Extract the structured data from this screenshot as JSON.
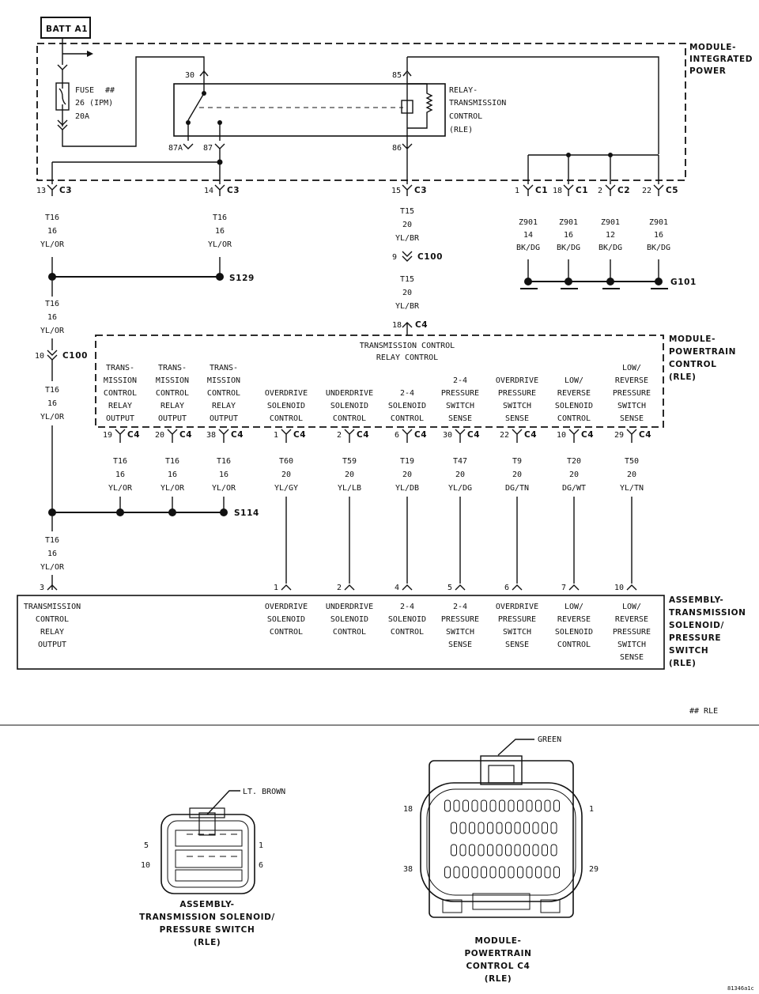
{
  "batt": "BATT A1",
  "modules": {
    "ipm": [
      "MODULE-",
      "INTEGRATED",
      "POWER"
    ],
    "pcm": [
      "MODULE-",
      "POWERTRAIN",
      "CONTROL",
      "(RLE)"
    ],
    "assembly": [
      "ASSEMBLY-",
      "TRANSMISSION",
      "SOLENOID/",
      "PRESSURE",
      "SWITCH",
      "(RLE)"
    ]
  },
  "fuse": [
    "FUSE",
    "26 (IPM)",
    "20A"
  ],
  "fuse_mark": "##",
  "relay": {
    "label": [
      "RELAY-",
      "TRANSMISSION",
      "CONTROL",
      "(RLE)"
    ],
    "pins": {
      "p30": "30",
      "p87a": "87A",
      "p87": "87",
      "p85": "85",
      "p86": "86"
    }
  },
  "ipm_connectors": [
    {
      "pin": "13",
      "conn": "C3"
    },
    {
      "pin": "14",
      "conn": "C3"
    },
    {
      "pin": "15",
      "conn": "C3"
    },
    {
      "pin": "1",
      "conn": "C1"
    },
    {
      "pin": "18",
      "conn": "C1"
    },
    {
      "pin": "2",
      "conn": "C2"
    },
    {
      "pin": "22",
      "conn": "C5"
    }
  ],
  "wires_top": {
    "w13": [
      "T16",
      "16",
      "YL/OR"
    ],
    "w14": [
      "T16",
      "16",
      "YL/OR"
    ],
    "w15a": [
      "T15",
      "20",
      "YL/BR"
    ],
    "w15b": [
      "T15",
      "20",
      "YL/BR"
    ],
    "left_mid": [
      "T16",
      "16",
      "YL/OR"
    ],
    "left_low": [
      "T16",
      "16",
      "YL/OR"
    ],
    "left_bottom": [
      "T16",
      "16",
      "YL/OR"
    ]
  },
  "ground_wires": [
    [
      "Z901",
      "14",
      "BK/DG"
    ],
    [
      "Z901",
      "16",
      "BK/DG"
    ],
    [
      "Z901",
      "12",
      "BK/DG"
    ],
    [
      "Z901",
      "16",
      "BK/DG"
    ]
  ],
  "splices": {
    "s129": "S129",
    "s114": "S114",
    "g101": "G101"
  },
  "c100_a": {
    "pin": "9",
    "conn": "C100"
  },
  "c100_b": {
    "pin": "10",
    "conn": "C100"
  },
  "c4_top": {
    "pin": "18",
    "conn": "C4"
  },
  "relay_control": [
    "TRANSMISSION CONTROL",
    "RELAY CONTROL"
  ],
  "pcm_functions": [
    [
      "TRANS-",
      "MISSION",
      "CONTROL",
      "RELAY",
      "OUTPUT"
    ],
    [
      "TRANS-",
      "MISSION",
      "CONTROL",
      "RELAY",
      "OUTPUT"
    ],
    [
      "TRANS-",
      "MISSION",
      "CONTROL",
      "RELAY",
      "OUTPUT"
    ],
    [
      "OVERDRIVE",
      "SOLENOID",
      "CONTROL"
    ],
    [
      "UNDERDRIVE",
      "SOLENOID",
      "CONTROL"
    ],
    [
      "2-4",
      "SOLENOID",
      "CONTROL"
    ],
    [
      "2-4",
      "PRESSURE",
      "SWITCH",
      "SENSE"
    ],
    [
      "OVERDRIVE",
      "PRESSURE",
      "SWITCH",
      "SENSE"
    ],
    [
      "LOW/",
      "REVERSE",
      "SOLENOID",
      "CONTROL"
    ],
    [
      "LOW/",
      "REVERSE",
      "PRESSURE",
      "SWITCH",
      "SENSE"
    ]
  ],
  "pcm_pins": [
    {
      "pin": "19",
      "conn": "C4"
    },
    {
      "pin": "20",
      "conn": "C4"
    },
    {
      "pin": "38",
      "conn": "C4"
    },
    {
      "pin": "1",
      "conn": "C4"
    },
    {
      "pin": "2",
      "conn": "C4"
    },
    {
      "pin": "6",
      "conn": "C4"
    },
    {
      "pin": "30",
      "conn": "C4"
    },
    {
      "pin": "22",
      "conn": "C4"
    },
    {
      "pin": "10",
      "conn": "C4"
    },
    {
      "pin": "29",
      "conn": "C4"
    }
  ],
  "pcm_wires": [
    [
      "T16",
      "16",
      "YL/OR"
    ],
    [
      "T16",
      "16",
      "YL/OR"
    ],
    [
      "T16",
      "16",
      "YL/OR"
    ],
    [
      "T60",
      "20",
      "YL/GY"
    ],
    [
      "T59",
      "20",
      "YL/LB"
    ],
    [
      "T19",
      "20",
      "YL/DB"
    ],
    [
      "T47",
      "20",
      "YL/DG"
    ],
    [
      "T9",
      "20",
      "DG/TN"
    ],
    [
      "T20",
      "20",
      "DG/WT"
    ],
    [
      "T50",
      "20",
      "YL/TN"
    ]
  ],
  "assembly_pins": [
    "3",
    "1",
    "2",
    "4",
    "5",
    "6",
    "7",
    "10"
  ],
  "assembly_functions": [
    [
      "TRANSMISSION",
      "CONTROL",
      "RELAY",
      "OUTPUT"
    ],
    [
      "OVERDRIVE",
      "SOLENOID",
      "CONTROL"
    ],
    [
      "UNDERDRIVE",
      "SOLENOID",
      "CONTROL"
    ],
    [
      "2-4",
      "SOLENOID",
      "CONTROL"
    ],
    [
      "2-4",
      "PRESSURE",
      "SWITCH",
      "SENSE"
    ],
    [
      "OVERDRIVE",
      "PRESSURE",
      "SWITCH",
      "SENSE"
    ],
    [
      "LOW/",
      "REVERSE",
      "SOLENOID",
      "CONTROL"
    ],
    [
      "LOW/",
      "REVERSE",
      "PRESSURE",
      "SWITCH",
      "SENSE"
    ]
  ],
  "legend": "## RLE",
  "connector_views": {
    "left": {
      "color": "LT. BROWN",
      "pins": [
        "5",
        "1",
        "10",
        "6"
      ],
      "title": [
        "ASSEMBLY-",
        "TRANSMISSION SOLENOID/",
        "PRESSURE SWITCH",
        "(RLE)"
      ]
    },
    "right": {
      "color": "GREEN",
      "pins": [
        "18",
        "1",
        "38",
        "29"
      ],
      "title": [
        "MODULE-",
        "POWERTRAIN",
        "CONTROL C4",
        "(RLE)"
      ]
    }
  },
  "figure_id": "81346a1c"
}
